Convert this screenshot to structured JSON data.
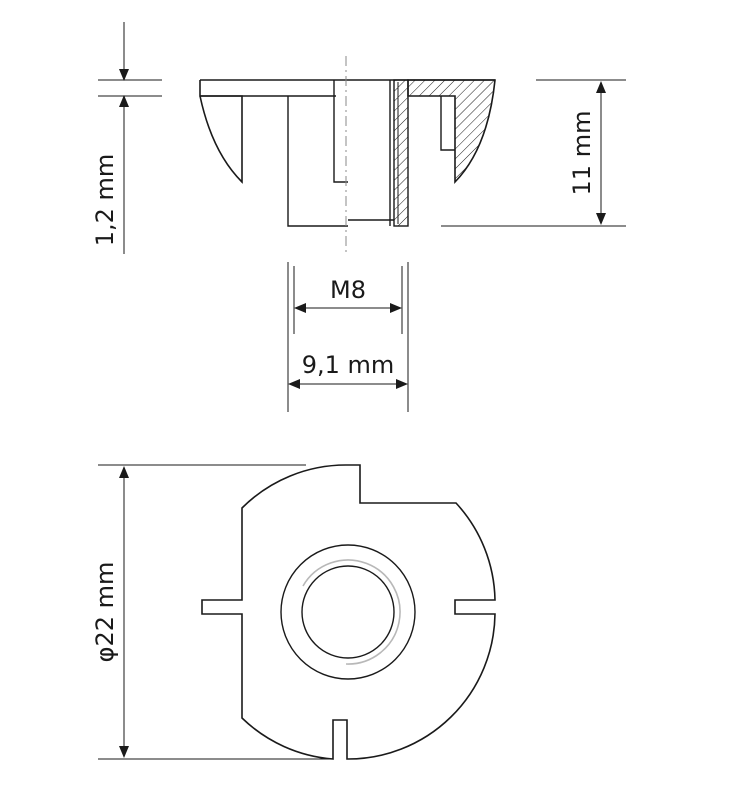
{
  "dimensions": {
    "flange_thickness": "1,2 mm",
    "height": "11 mm",
    "thread": "M8",
    "shank_diameter": "9,1 mm",
    "flange_diameter": "φ22 mm"
  },
  "colors": {
    "line": "#1a1a1a",
    "hatch": "#1a1a1a",
    "center_line": "#8a8a8a",
    "thread_arc": "#b8b8b8",
    "background": "#ffffff"
  }
}
